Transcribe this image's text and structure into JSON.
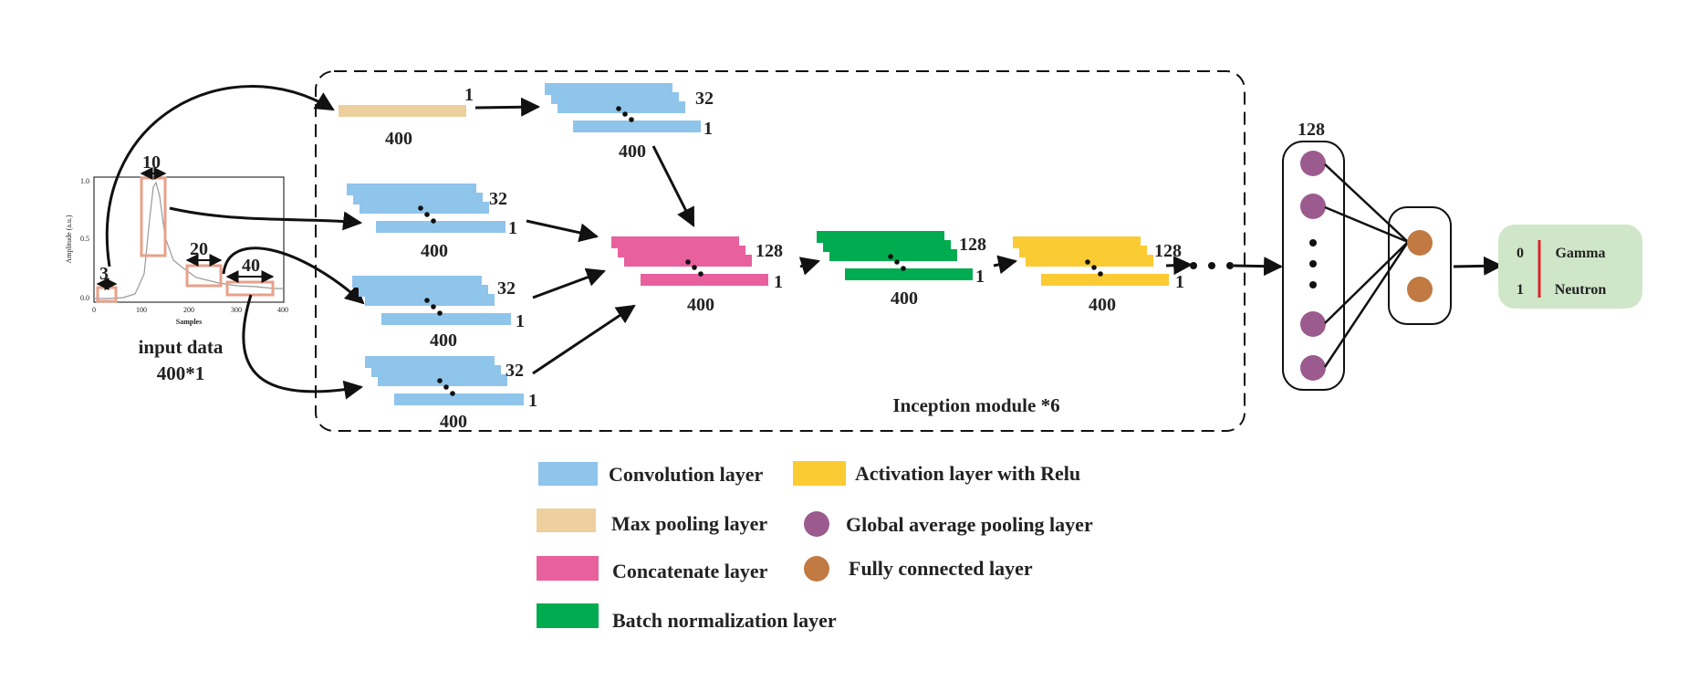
{
  "input": {
    "title": "input data",
    "size": "400*1",
    "y_axis_label": "Amplitude (a.u.)",
    "x_axis_label": "Samples",
    "y_ticks": [
      "0.0",
      "0.5",
      "1.0"
    ],
    "x_ticks": [
      "0",
      "100",
      "200",
      "300",
      "400"
    ],
    "kernels": [
      "3",
      "10",
      "20",
      "40"
    ]
  },
  "inception": {
    "label": "Inception  module  *6",
    "pool_channels": "1",
    "pool_length": "400",
    "conv_channels": "32",
    "conv_length": "400",
    "conv_one": "1",
    "concat_channels": "128",
    "concat_length": "400",
    "bn_channels": "128",
    "bn_length": "400",
    "act_channels": "128",
    "act_length": "400",
    "one": "1"
  },
  "gap": {
    "label": "128"
  },
  "output": {
    "classes": [
      {
        "index": "0",
        "name": "Gamma"
      },
      {
        "index": "1",
        "name": "Neutron"
      }
    ]
  },
  "legend": {
    "conv": "Convolution layer",
    "pool": "Max  pooling layer",
    "concat": "Concatenate layer",
    "bn": "Batch  normalization layer",
    "act": "Activation layer with Relu",
    "gap": "Global  average  pooling layer",
    "fc": "Fully connected layer"
  },
  "colors": {
    "conv": "#8fc4eb",
    "pool": "#edd09e",
    "concat": "#e8609d",
    "bn": "#00ac4f",
    "act": "#fbcb34",
    "gap": "#9c5b8e",
    "fc": "#c07a42",
    "kernel_box": "#e8a08a",
    "output_bg": "#cfe6c8",
    "output_bar": "#e0212a"
  }
}
